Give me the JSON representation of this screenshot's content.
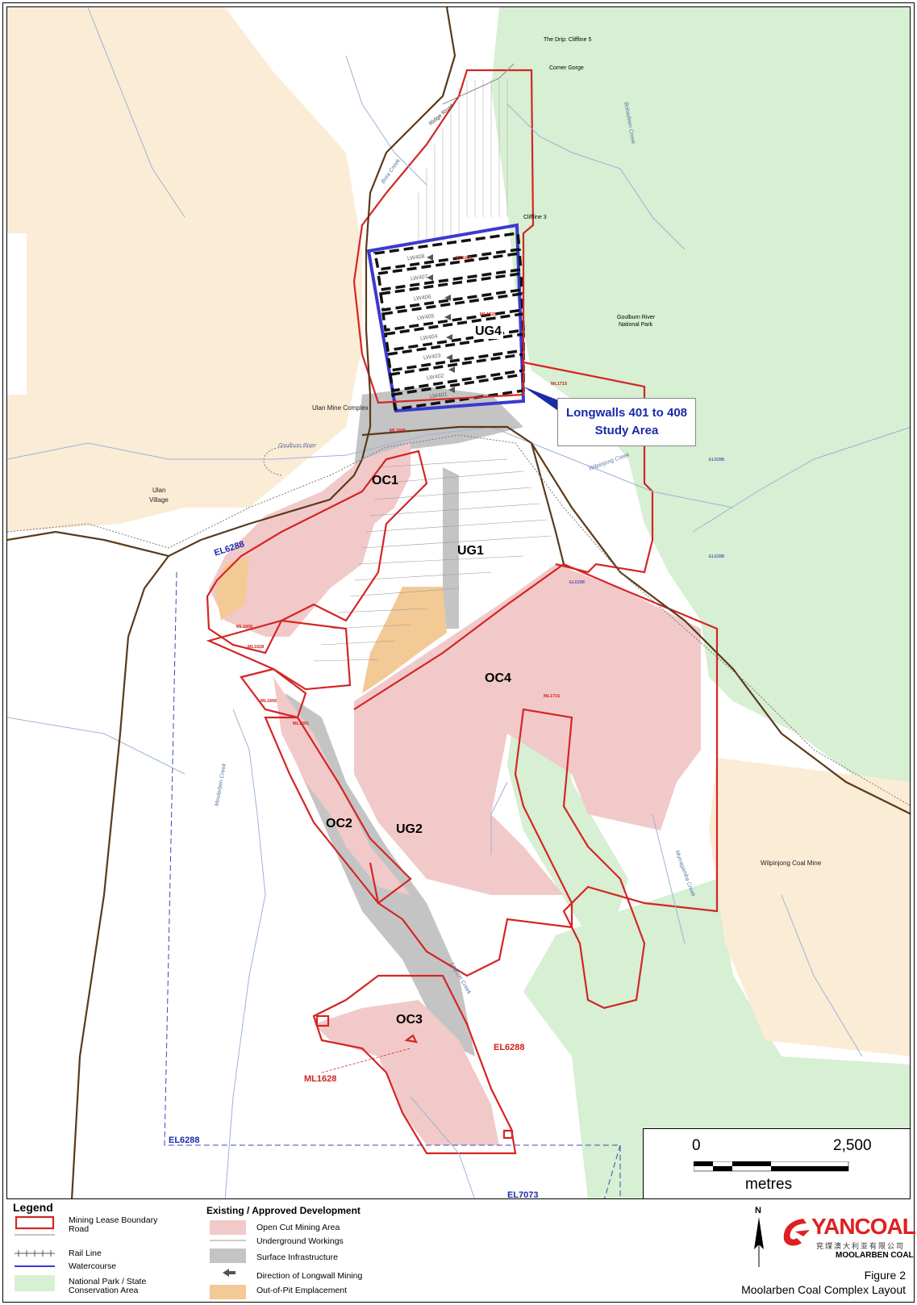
{
  "map": {
    "areas": {
      "oc1": "OC1",
      "oc2": "OC2",
      "oc3": "OC3",
      "oc4": "OC4",
      "ug1": "UG1",
      "ug2": "UG2",
      "ug4": "UG4"
    },
    "callout": {
      "line1": "Longwalls 401 to 408",
      "line2": "Study Area"
    },
    "places": {
      "drip": "The Drip: Cliffline 5",
      "corner_gorge": "Corner Gorge",
      "cliffline3": "Cliffline 3",
      "ulan_mine": "Ulan Mine Complex",
      "ulan_village_1": "Ulan",
      "ulan_village_2": "Village",
      "goulburn_np_1": "Goulburn River",
      "goulburn_np_2": "National Park",
      "wilpinjong": "Wilpinjong Coal Mine"
    },
    "roads_water": {
      "ridge_road": "Ridge Road",
      "goulburn_river": "Goulburn River",
      "moolarben_creek": "Moolarben Creek",
      "bora_creek": "Bora Creek",
      "wilpinjong_creek": "Wilpinjong Creek",
      "murragamba_creek": "Murragamba Creek",
      "bobadeen_creek": "Bobadeen Creek",
      "lagoon_creek": "Lagoon Creek"
    },
    "longwalls": [
      "LW408",
      "LW407",
      "LW406",
      "LW405",
      "LW404",
      "LW403",
      "LW402",
      "LW401"
    ],
    "leases": {
      "ml1605_a": "ML1605",
      "ml1628_a": "ML1628",
      "ml1715_a": "ML1715",
      "ml1605_b": "ML1605",
      "ml1606_a": "ML1606",
      "ml1628_b": "ML1628",
      "ml1606_b": "ML1606",
      "ml1691": "ML1691",
      "ml1715_b": "ML1715",
      "ml1628_c": "ML1628"
    },
    "exploration": {
      "el6288_a": "EL6288",
      "el6288_b": "EL6288",
      "el6288_c": "EL6288",
      "el6288_d": "EL6288",
      "el6288_e": "EL6288",
      "el6288_f": "EL6288",
      "el7073": "EL7073"
    }
  },
  "scale": {
    "zero": "0",
    "max": "2,500",
    "unit": "metres"
  },
  "legend": {
    "title": "Legend",
    "existing_title": "Existing / Approved Development",
    "items": {
      "mining_lease": "Mining Lease Boundary",
      "road": "Road",
      "rail": "Rail Line",
      "water": "Watercourse",
      "np1": "National Park / State",
      "np2": "Conservation Area",
      "open_cut": "Open Cut Mining Area",
      "ug_workings": "Underground Workings",
      "surface_infra": "Surface Infrastructure",
      "longwall_dir": "Direction of Longwall Mining",
      "out_of_pit": "Out-of-Pit Emplacement"
    }
  },
  "logo": {
    "north": "N",
    "brand_yan": "YAN",
    "brand_coal": "COAL",
    "chinese": "兖煤澳大利亚有限公司",
    "sub": "MOOLARBEN COAL"
  },
  "figure": {
    "number": "Figure 2",
    "title": "Moolarben Coal Complex Layout"
  },
  "colors": {
    "open_cut": "#f2c9c9",
    "infrastructure": "#c4c4c4",
    "national_park": "#d7efd3",
    "emplacement": "#f3c995",
    "lease": "#d42525",
    "study_area": "#3a3ad0",
    "road": "#5a3a1a"
  }
}
